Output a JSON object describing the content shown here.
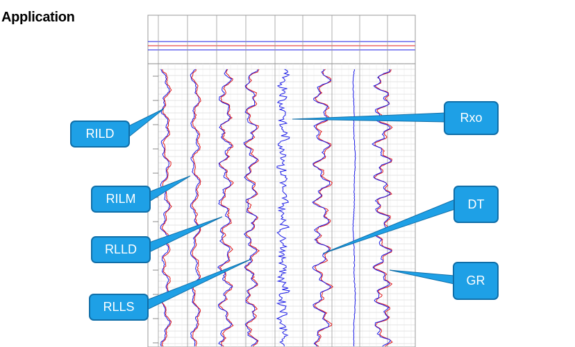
{
  "page": {
    "heading": "Application"
  },
  "callouts": [
    {
      "id": "rild",
      "label": "RILD"
    },
    {
      "id": "rilm",
      "label": "RILM"
    },
    {
      "id": "rlld",
      "label": "RLLD"
    },
    {
      "id": "rlls",
      "label": "RLLS"
    },
    {
      "id": "rxo",
      "label": "Rxo"
    },
    {
      "id": "dt",
      "label": "DT"
    },
    {
      "id": "gr",
      "label": "GR"
    }
  ],
  "colors": {
    "callout_fill": "#1ea0e6",
    "callout_border": "#0f6ea8",
    "curve_blue": "#1a1ae6",
    "curve_red": "#e01818",
    "grid": "#c8c8c8"
  }
}
